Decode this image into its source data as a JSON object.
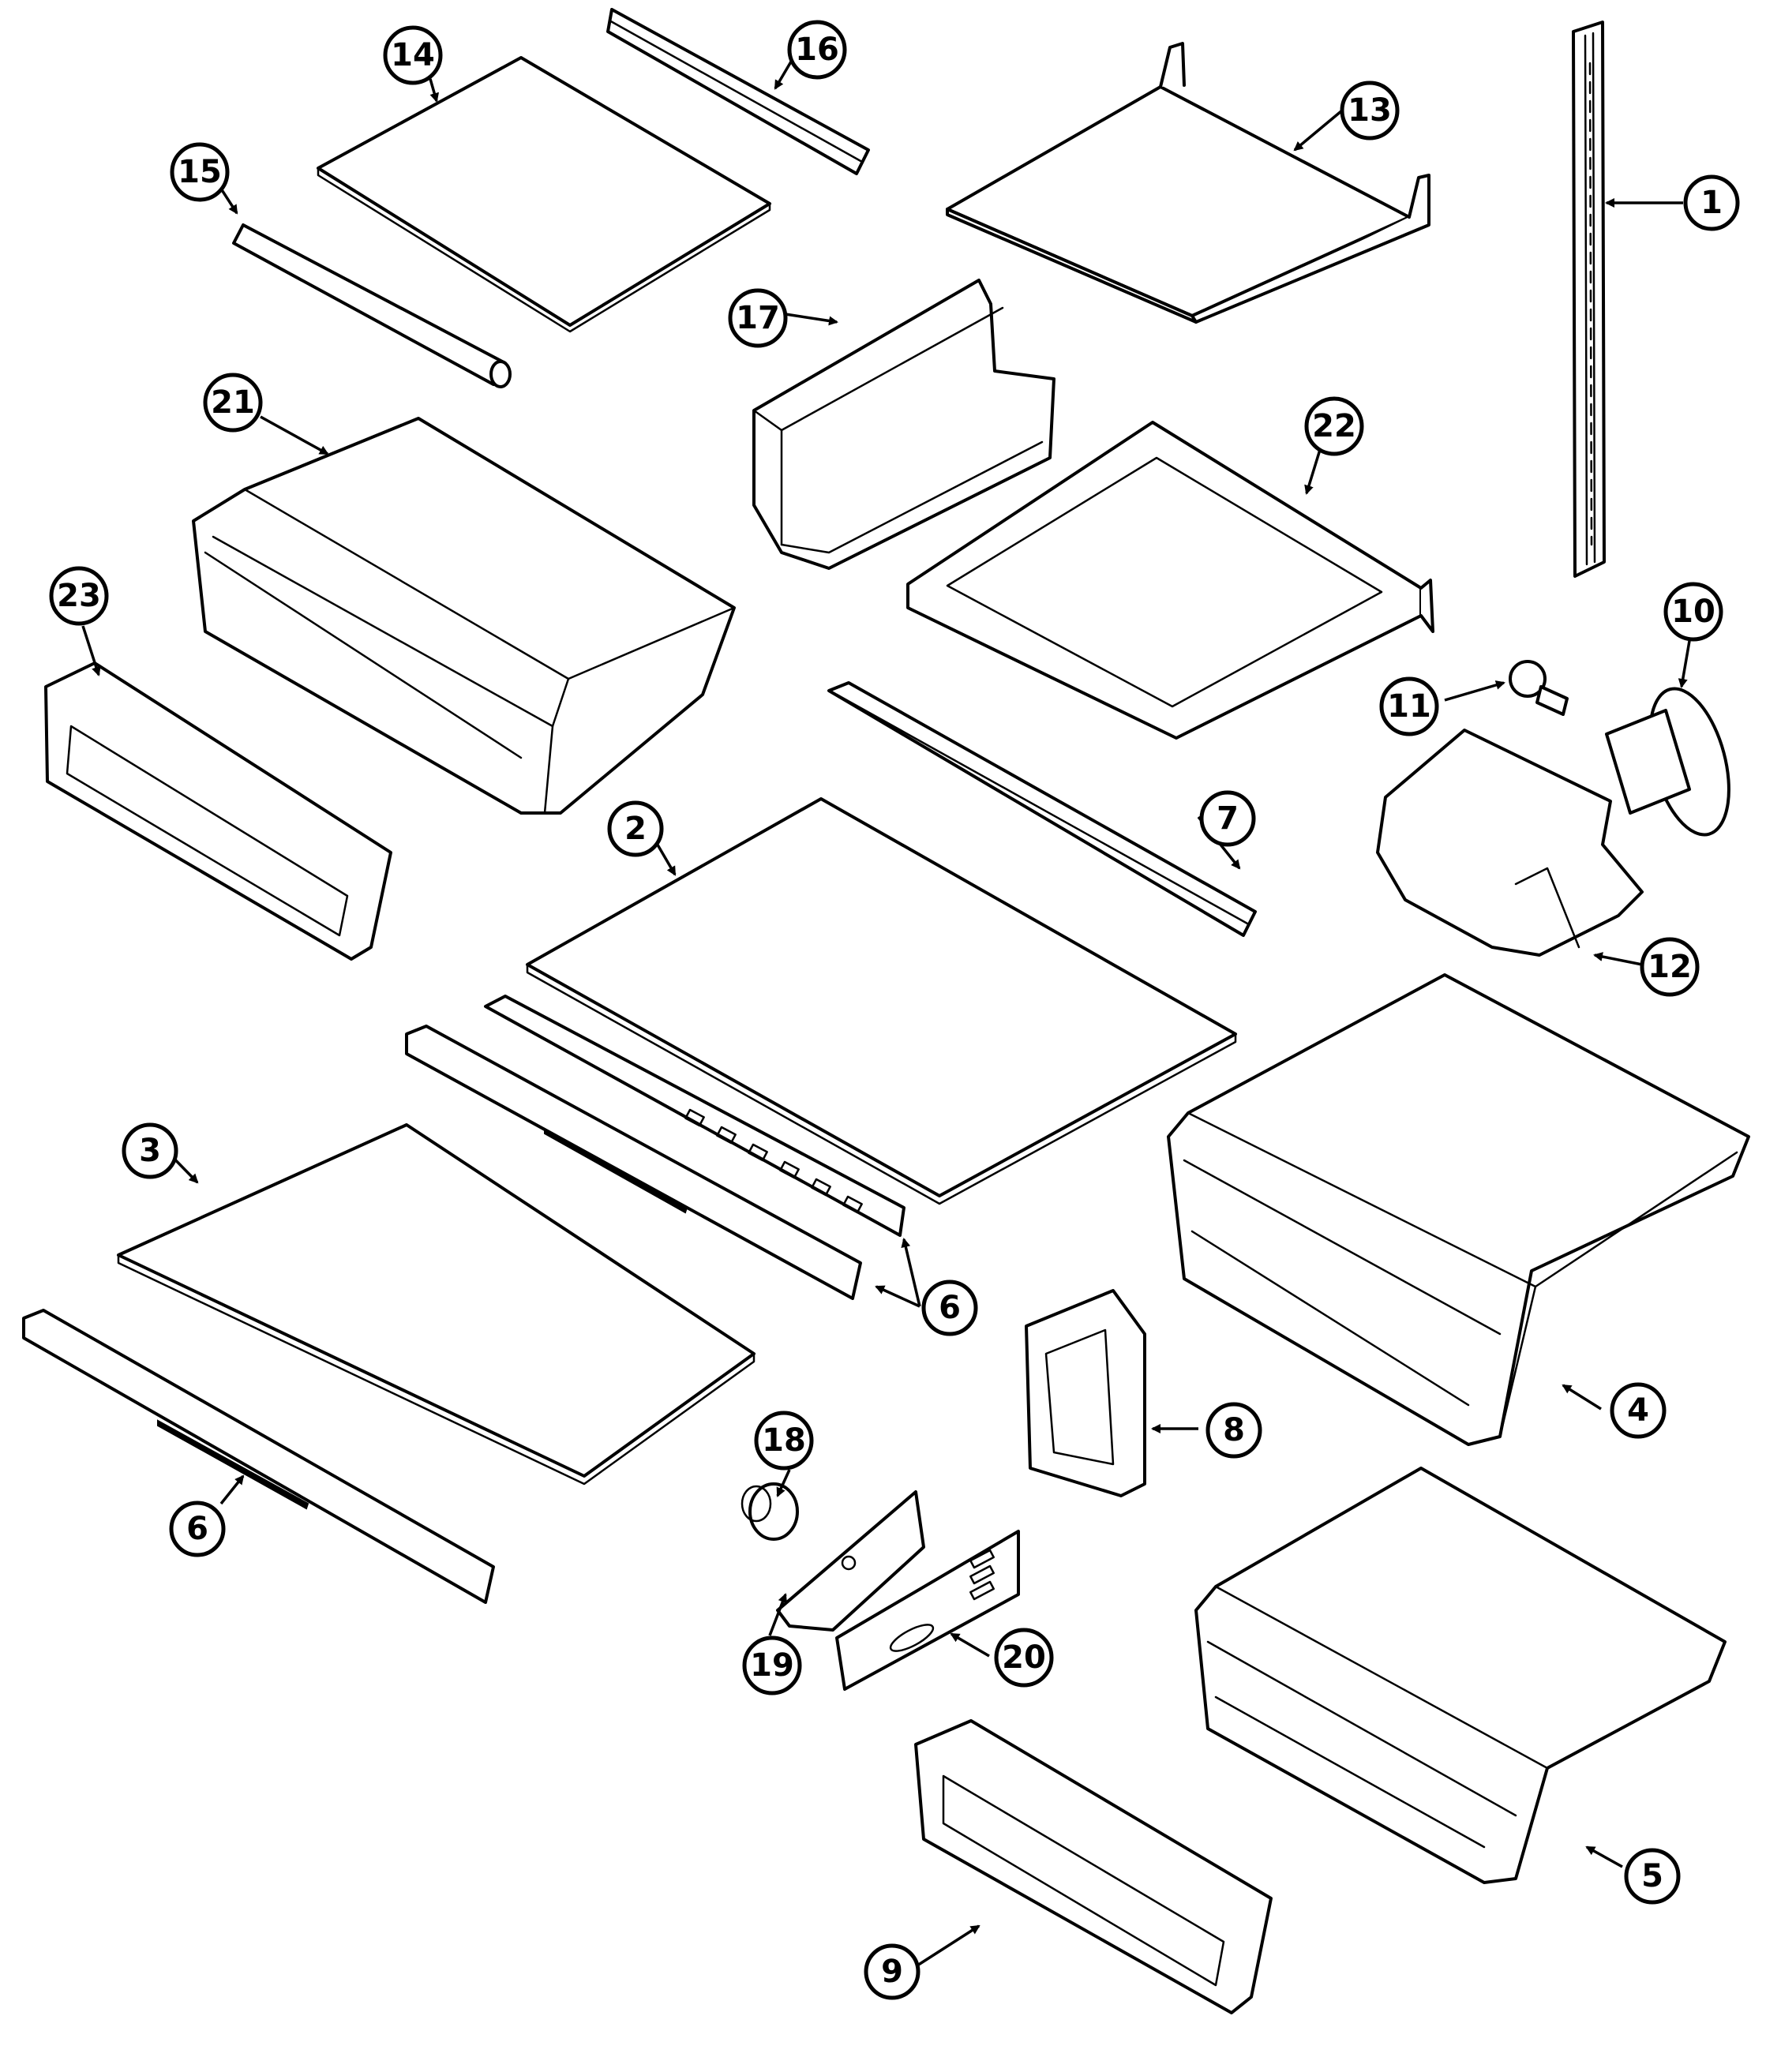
{
  "callouts": [
    {
      "id": "1",
      "label": "1"
    },
    {
      "id": "2",
      "label": "2"
    },
    {
      "id": "3",
      "label": "3"
    },
    {
      "id": "4",
      "label": "4"
    },
    {
      "id": "5",
      "label": "5"
    },
    {
      "id": "6a",
      "label": "6"
    },
    {
      "id": "6b",
      "label": "6"
    },
    {
      "id": "7",
      "label": "7"
    },
    {
      "id": "8",
      "label": "8"
    },
    {
      "id": "9",
      "label": "9"
    },
    {
      "id": "10",
      "label": "10"
    },
    {
      "id": "11",
      "label": "11"
    },
    {
      "id": "12",
      "label": "12"
    },
    {
      "id": "13",
      "label": "13"
    },
    {
      "id": "14",
      "label": "14"
    },
    {
      "id": "15",
      "label": "15"
    },
    {
      "id": "16",
      "label": "16"
    },
    {
      "id": "17",
      "label": "17"
    },
    {
      "id": "18",
      "label": "18"
    },
    {
      "id": "19",
      "label": "19"
    },
    {
      "id": "20",
      "label": "20"
    },
    {
      "id": "21",
      "label": "21"
    },
    {
      "id": "22",
      "label": "22"
    },
    {
      "id": "23",
      "label": "23"
    }
  ]
}
